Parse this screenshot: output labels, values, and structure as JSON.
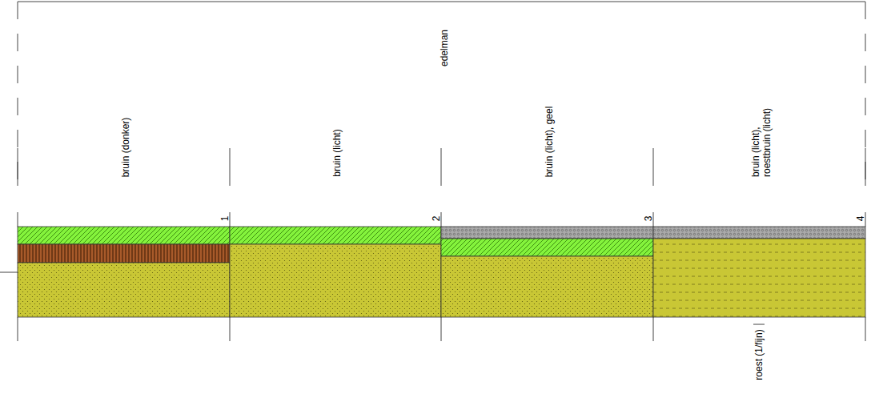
{
  "diagram": {
    "labels": [
      "edelman",
      "bruin (donker)",
      "bruin (licht)",
      "bruin (licht), geel",
      "bruin (licht), roestbruin (licht)",
      "1",
      "2",
      "3",
      "4",
      "roest (1/fijn)"
    ]
  }
}
